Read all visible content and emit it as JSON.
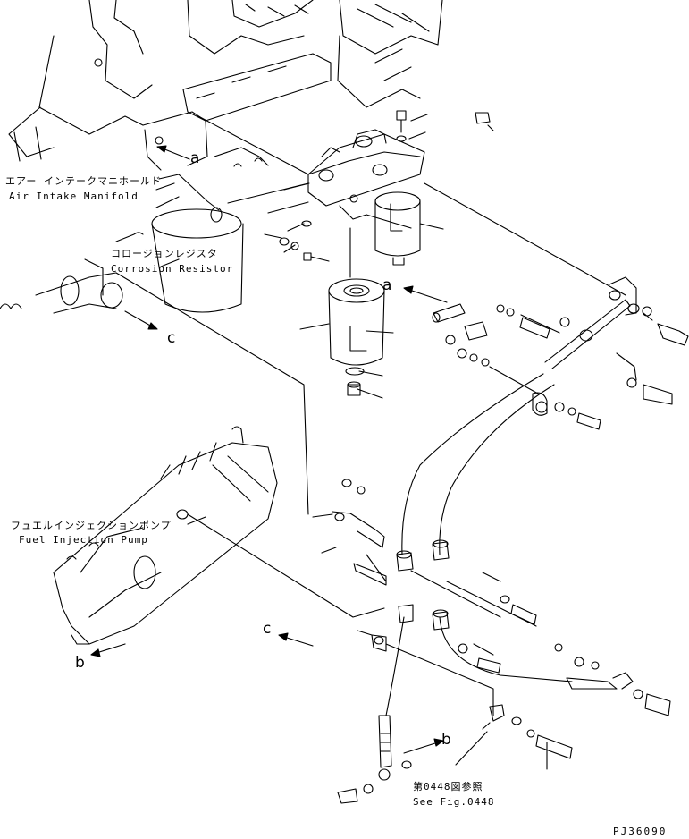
{
  "labels": {
    "air_intake_jp": "エアー インテークマニホールド",
    "air_intake_en": "Air Intake Manifold",
    "corrosion_jp": "コロージョンレジスタ",
    "corrosion_en": "Corrosion Resistor",
    "fuel_pump_jp": "フュエルインジェクションポンプ",
    "fuel_pump_en": "Fuel Injection Pump",
    "see_fig_jp": "第0448図参照",
    "see_fig_en": "See Fig.0448",
    "code": "PJ36090"
  },
  "callouts": {
    "a_top": "a",
    "a_mid": "a",
    "c_left": "c",
    "c_bottom": "c",
    "b_left": "b",
    "b_bottom": "b"
  },
  "colors": {
    "ink": "#000000",
    "paper": "#ffffff"
  }
}
